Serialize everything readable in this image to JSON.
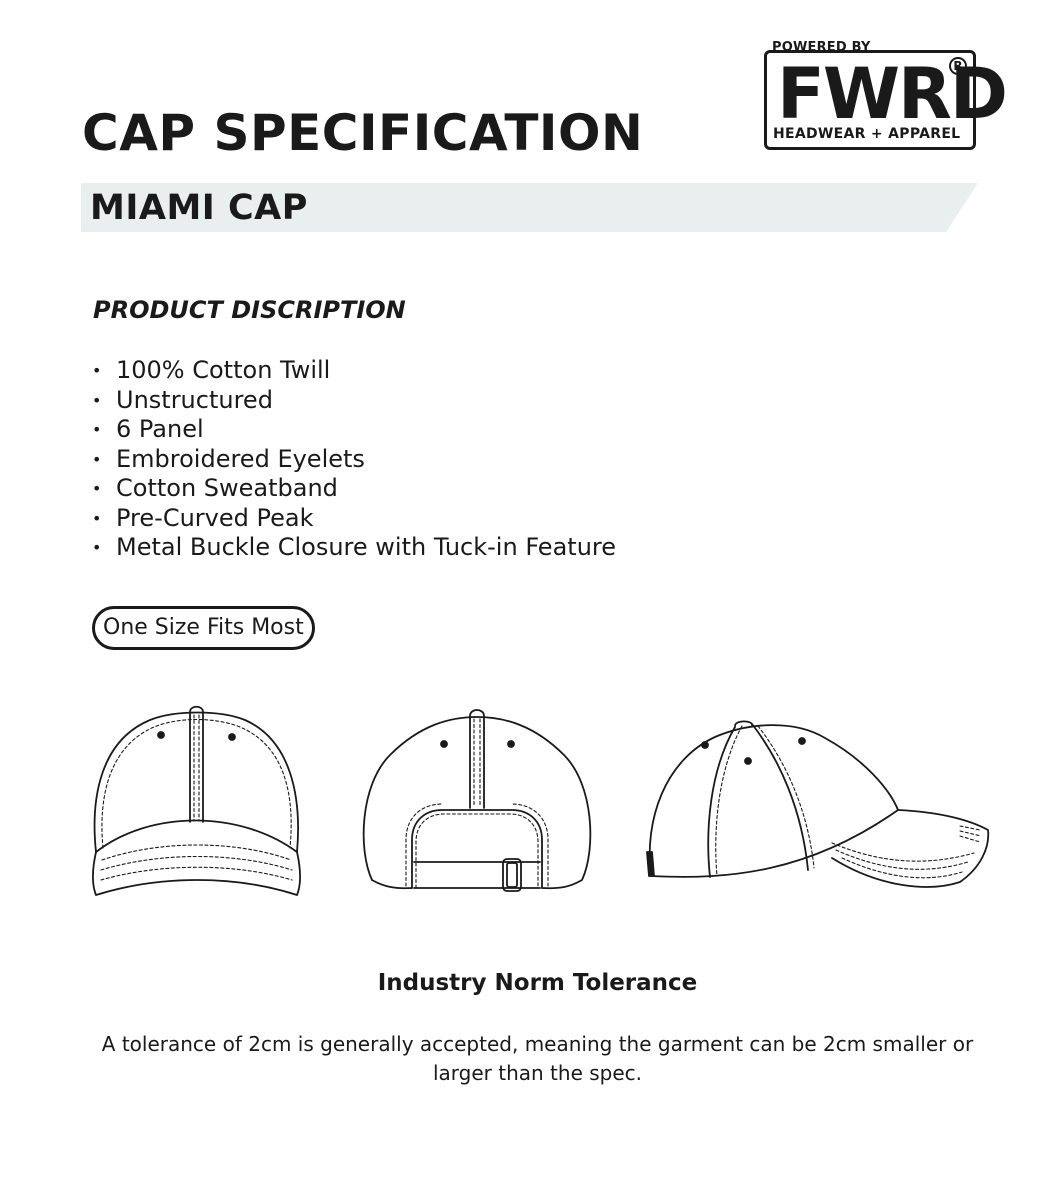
{
  "header": {
    "title": "CAP SPECIFICATION",
    "subtitle": "MIAMI CAP"
  },
  "logo": {
    "powered_by": "POWERED BY",
    "brand": "FWRD",
    "registered_mark": "R",
    "tagline": "HEADWEAR + APPAREL"
  },
  "description": {
    "heading": "PRODUCT DISCRIPTION",
    "bullet_glyph": "•",
    "features": [
      "100% Cotton Twill",
      "Unstructured",
      "6 Panel",
      "Embroidered Eyelets",
      "Cotton Sweatband",
      "Pre-Curved Peak",
      "Metal Buckle Closure with Tuck-in Feature"
    ]
  },
  "size": {
    "label": "One Size Fits Most"
  },
  "tolerance": {
    "heading": "Industry Norm Tolerance",
    "text": "A tolerance of 2cm is generally accepted, meaning the garment can be 2cm smaller or larger than the spec."
  },
  "colors": {
    "band": "#e8efee",
    "ink": "#1a1a1a"
  }
}
